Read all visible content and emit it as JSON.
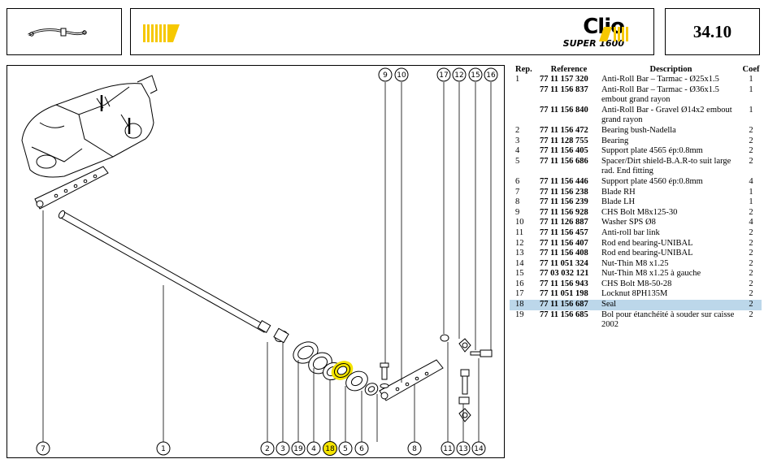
{
  "header": {
    "brand_line1": "Clio",
    "brand_line2": "SUPER 1600",
    "page_number": "34.10"
  },
  "table": {
    "headers": {
      "rep": "Rep.",
      "reference": "Reference",
      "description": "Description",
      "coef": "Coef"
    },
    "rows": [
      {
        "rep": "1",
        "reference": "77 11 157 320",
        "description": "Anti-Roll Bar – Tarmac - Ø25x1.5",
        "coef": "1"
      },
      {
        "rep": "",
        "reference": "77 11 156 837",
        "description": "Anti-Roll Bar – Tarmac - Ø36x1.5 embout grand rayon",
        "coef": "1"
      },
      {
        "rep": "",
        "reference": "77 11 156 840",
        "description": "Anti-Roll Bar - Gravel Ø14x2 embout grand rayon",
        "coef": "1"
      },
      {
        "rep": "2",
        "reference": "77 11 156 472",
        "description": "Bearing bush-Nadella",
        "coef": "2"
      },
      {
        "rep": "3",
        "reference": "77 11 128 755",
        "description": "Bearing",
        "coef": "2"
      },
      {
        "rep": "4",
        "reference": "77 11 156 405",
        "description": "Support plate 4565 ép:0.8mm",
        "coef": "2"
      },
      {
        "rep": "5",
        "reference": "77 11 156 686",
        "description": "Spacer/Dirt shield-B.A.R-to suit large rad. End fitting",
        "coef": "2"
      },
      {
        "rep": "6",
        "reference": "77 11 156 446",
        "description": "Support plate 4560 ép:0.8mm",
        "coef": "4"
      },
      {
        "rep": "7",
        "reference": "77 11 156 238",
        "description": "Blade RH",
        "coef": "1"
      },
      {
        "rep": "8",
        "reference": "77 11 156 239",
        "description": "Blade LH",
        "coef": "1"
      },
      {
        "rep": "9",
        "reference": "77 11 156 928",
        "description": "CHS Bolt M8x125-30",
        "coef": "2"
      },
      {
        "rep": "10",
        "reference": "77 11 126 887",
        "description": "Washer SPS Ø8",
        "coef": "4"
      },
      {
        "rep": "11",
        "reference": "77 11 156 457",
        "description": "Anti-roll bar link",
        "coef": "2"
      },
      {
        "rep": "12",
        "reference": "77 11 156 407",
        "description": "Rod end bearing-UNIBAL",
        "coef": "2"
      },
      {
        "rep": "13",
        "reference": "77 11 156 408",
        "description": "Rod end bearing-UNIBAL",
        "coef": "2"
      },
      {
        "rep": "14",
        "reference": "77 11 051 324",
        "description": "Nut-Thin M8 x1.25",
        "coef": "2"
      },
      {
        "rep": "15",
        "reference": "77 03 032 121",
        "description": "Nut-Thin M8 x1.25 à gauche",
        "coef": "2"
      },
      {
        "rep": "16",
        "reference": "77 11 156 943",
        "description": "CHS Bolt M8-50-28",
        "coef": "2"
      },
      {
        "rep": "17",
        "reference": "77 11 051 198",
        "description": "Locknut 8PH135M",
        "coef": "2"
      },
      {
        "rep": "18",
        "reference": "77 11 156 687",
        "description": "Seal",
        "coef": "2",
        "highlighted": true
      },
      {
        "rep": "19",
        "reference": "77 11 156 685",
        "description": "Bol pour étanchéité à souder sur caisse 2002",
        "coef": "2"
      }
    ]
  },
  "callouts": {
    "top": [
      "9",
      "10",
      "17",
      "12",
      "15",
      "16"
    ],
    "bottom": [
      "7",
      "1",
      "2",
      "3",
      "19",
      "4",
      "18",
      "5",
      "6",
      "8",
      "11",
      "13",
      "14"
    ],
    "highlighted": "18"
  },
  "colors": {
    "highlight_yellow": "#f5e400",
    "row_highlight": "#bcd7ea",
    "banner_yellow": "#f6c800"
  }
}
